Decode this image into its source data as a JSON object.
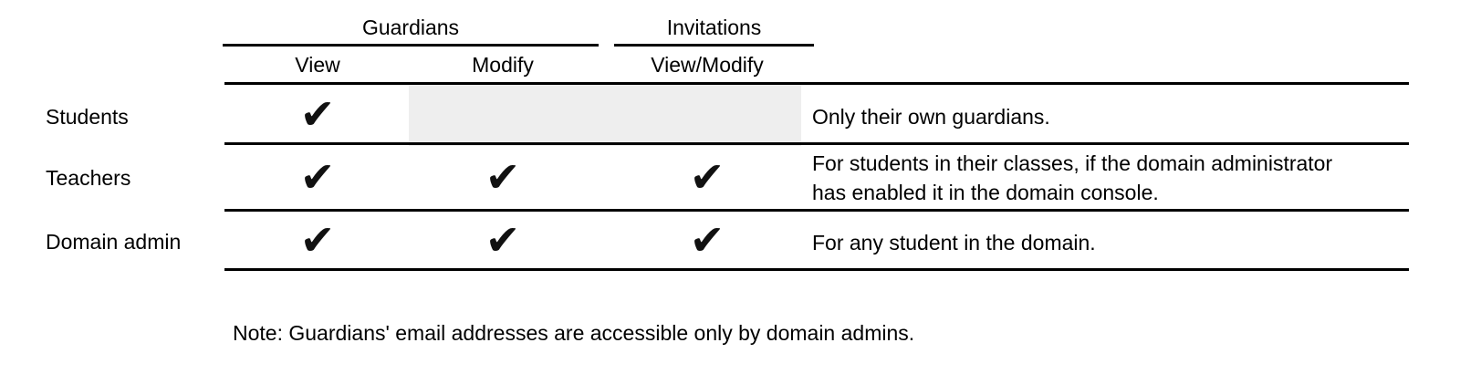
{
  "table": {
    "header": {
      "groups": [
        {
          "label": "Guardians",
          "subcolumns": [
            "View",
            "Modify"
          ]
        },
        {
          "label": "Invitations",
          "subcolumns": [
            "View/Modify"
          ]
        }
      ]
    },
    "rows": [
      {
        "label": "Students",
        "checks": {
          "view": "✔",
          "modify": "",
          "view_modify": ""
        },
        "shaded_no_access": true,
        "note": "Only their own guardians."
      },
      {
        "label": "Teachers",
        "checks": {
          "view": "✔",
          "modify": "✔",
          "view_modify": "✔"
        },
        "shaded_no_access": false,
        "note": "For students in their classes, if the domain administrator\nhas enabled it in the domain console."
      },
      {
        "label": "Domain admin",
        "checks": {
          "view": "✔",
          "modify": "✔",
          "view_modify": "✔"
        },
        "shaded_no_access": false,
        "note": "For any student in the domain."
      }
    ]
  },
  "footnote": "Note: Guardians' email addresses are accessible only by domain admins.",
  "colors": {
    "text": "#000000",
    "rule": "#000000",
    "shaded_cell": "#eeeeee",
    "background": "#ffffff"
  }
}
